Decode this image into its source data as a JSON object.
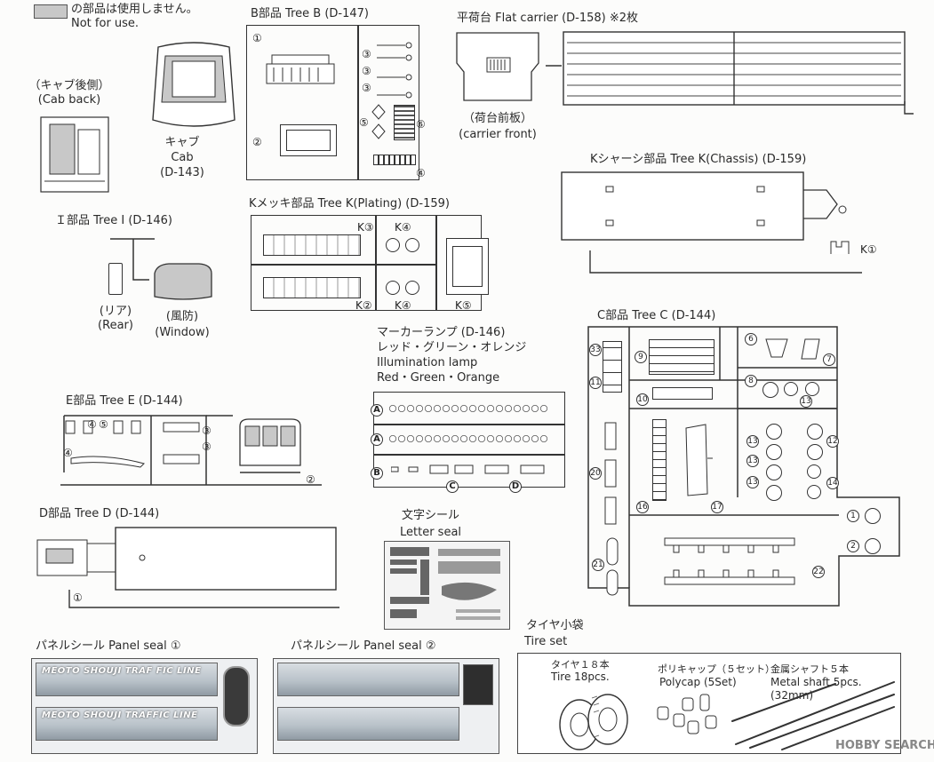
{
  "legend": {
    "jp": "の部品は使用しません。",
    "en": "Not for use."
  },
  "cab_back": {
    "jp": "（キャブ後側）",
    "en": "(Cab back)"
  },
  "cab": {
    "jp": "キャブ",
    "en": "Cab",
    "code": "(D-143)"
  },
  "tree_i": {
    "title": "Ｉ部品 Tree I (D-146)",
    "rear_jp": "(リア)",
    "rear_en": "(Rear)",
    "window_jp": "(風防)",
    "window_en": "(Window)"
  },
  "tree_b": {
    "title": "B部品 Tree B (D-147)",
    "nums": [
      "①",
      "②",
      "③",
      "③",
      "③",
      "⑤",
      "⑥",
      "④"
    ]
  },
  "flat_carrier": {
    "title": "平荷台 Flat carrier (D-158) ※2枚",
    "front_jp": "（荷台前板）",
    "front_en": "(carrier front)"
  },
  "tree_k_chassis": {
    "title": "Kシャーシ部品 Tree K(Chassis) (D-159)",
    "part": "K①"
  },
  "tree_k_plating": {
    "title": "Kメッキ部品 Tree K(Plating) (D-159)",
    "nums": [
      "K③",
      "K④",
      "K②",
      "K④",
      "K⑤"
    ]
  },
  "marker_lamp": {
    "jp1": "マーカーランプ (D-146)",
    "jp2": "レッド・グリーン・オレンジ",
    "en1": "Illumination lamp",
    "en2": "Red・Green・Orange",
    "rows": [
      "A",
      "A",
      "B"
    ],
    "sub": [
      "C",
      "D"
    ]
  },
  "tree_c": {
    "title": "C部品 Tree C (D-144)",
    "nums": [
      "33",
      "11",
      "9",
      "10",
      "6",
      "7",
      "8",
      "13",
      "16",
      "17",
      "20",
      "21",
      "13",
      "13",
      "12",
      "13",
      "14",
      "1",
      "2",
      "22"
    ]
  },
  "tree_e": {
    "title": "E部品 Tree E (D-144)",
    "nums": [
      "④",
      "⑤",
      "③",
      "③",
      "④",
      "②"
    ]
  },
  "tree_d": {
    "title": "D部品 Tree D (D-144)",
    "nums": [
      "①"
    ]
  },
  "letter_seal": {
    "jp": "文字シール",
    "en": "Letter seal"
  },
  "panel_seal_1": {
    "title": "パネルシール Panel seal ①",
    "line1": "MEOTO SHOUJI TRAF   FIC LINE",
    "line2": "MEOTO   SHOUJI TRAFFIC LINE"
  },
  "panel_seal_2": {
    "title": "パネルシール Panel seal ②"
  },
  "tire_set": {
    "jp": "タイヤ小袋",
    "en": "Tire set",
    "tire_jp": "タイヤ１８本",
    "tire_en": "Tire 18pcs.",
    "polycap_jp": "ポリキャップ（５セット）",
    "polycap_en": "Polycap (5Set)",
    "shaft_jp": "金属シャフト５本",
    "shaft_en": "Metal shaft 5pcs.",
    "shaft_len": "(32mm)"
  },
  "watermark": "HOBBY SEARCH",
  "colors": {
    "line": "#333333",
    "unused": "#c8c8c8",
    "bg": "#fcfcfb"
  }
}
